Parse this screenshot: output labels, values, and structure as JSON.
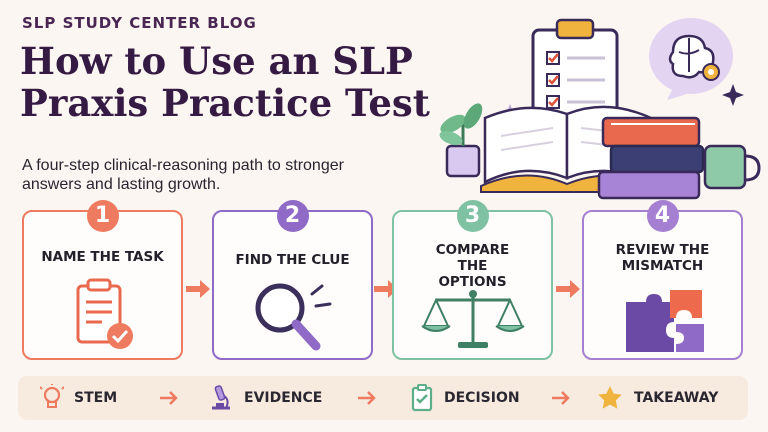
{
  "header": {
    "eyebrow": "SLP STUDY CENTER BLOG",
    "title": "How to Use an SLP Praxis Practice Test",
    "subtitle": "A four-step clinical-reasoning path to stronger answers and lasting growth."
  },
  "steps": [
    {
      "number": "1",
      "label": "NAME THE TASK",
      "color": "#ee7a5f",
      "icon": "clipboard-check-icon"
    },
    {
      "number": "2",
      "label": "FIND THE CLUE",
      "color": "#8f6ac7",
      "icon": "magnifying-glass-icon"
    },
    {
      "number": "3",
      "label": "COMPARE THE OPTIONS",
      "color": "#7fc1a3",
      "icon": "balance-scale-icon"
    },
    {
      "number": "4",
      "label": "REVIEW THE MISMATCH",
      "color": "#a57fd1",
      "icon": "puzzle-pieces-icon"
    }
  ],
  "summary_bar": [
    {
      "label": "STEM",
      "icon": "lightbulb-icon"
    },
    {
      "label": "EVIDENCE",
      "icon": "microscope-icon"
    },
    {
      "label": "DECISION",
      "icon": "clipboard-check-icon"
    },
    {
      "label": "TAKEAWAY",
      "icon": "star-icon"
    }
  ],
  "colors": {
    "background": "#fbf6f1",
    "title": "#351a43",
    "arrow": "#ee7a5f",
    "bar": "#f7eadf"
  }
}
